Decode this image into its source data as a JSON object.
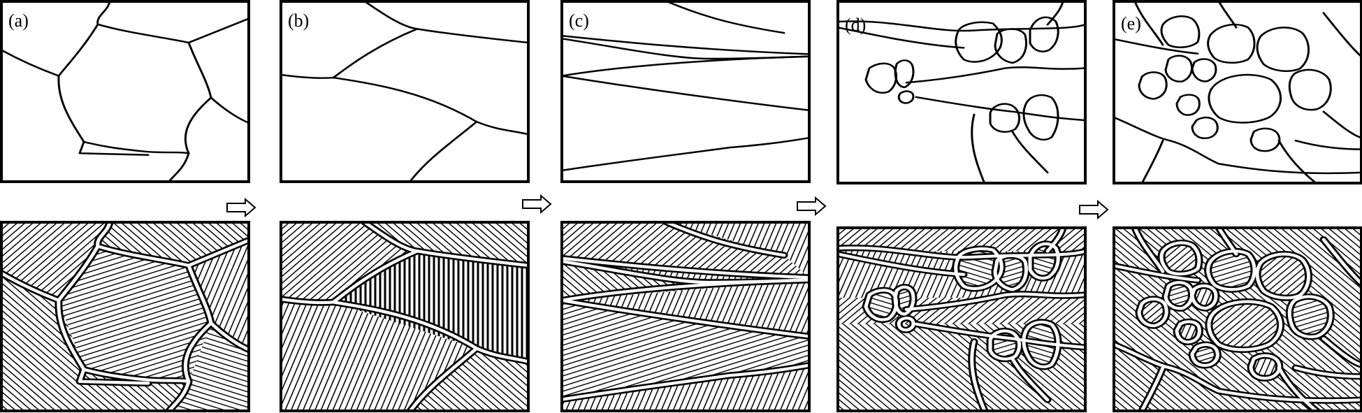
{
  "panels": [
    {
      "label": "(a)"
    },
    {
      "label": "(b)"
    },
    {
      "label": "(c)"
    },
    {
      "label": "(d)"
    },
    {
      "label": "(e)"
    }
  ],
  "colors": {
    "line": "#000000",
    "background": "#ffffff"
  },
  "icons": {
    "arrow": "right-outline-arrow-icon"
  }
}
